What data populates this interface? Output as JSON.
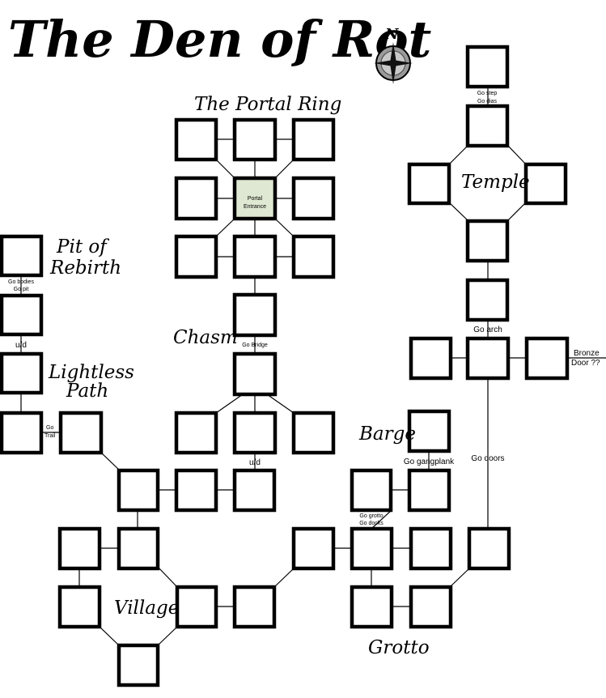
{
  "title": "The Den of Rot",
  "compass": {
    "north_label": "N",
    "icon": "compass-rose-icon"
  },
  "areas": {
    "portal_ring": "The Portal Ring",
    "temple": "Temple",
    "pit_line1": "Pit of",
    "pit_line2": "Rebirth",
    "chasm": "Chasm",
    "lightless_line1": "Lightless",
    "lightless_line2": "Path",
    "barge": "Barge",
    "village": "Village",
    "grotto": "Grotto"
  },
  "rooms": {
    "portal_entrance_line1": "Portal",
    "portal_entrance_line2": "Entrance"
  },
  "exits": {
    "go_step": "Go step",
    "go_dias": "Go dias",
    "go_bodies": "Go bodies",
    "go_pit": "Go pit",
    "ud_pit": "u/d",
    "go_bridge": "Go Bridge",
    "go_arch": "Go arch",
    "bronze_line1": "Bronze",
    "bronze_line2": "Door ??",
    "go_trail_line1": "Go",
    "go_trail_line2": "Trail",
    "ud_chasm": "u/d",
    "go_gangplank": "Go gangplank",
    "go_doors": "Go doors",
    "go_grotto": "Go grotto",
    "go_docks": "Go docks"
  }
}
